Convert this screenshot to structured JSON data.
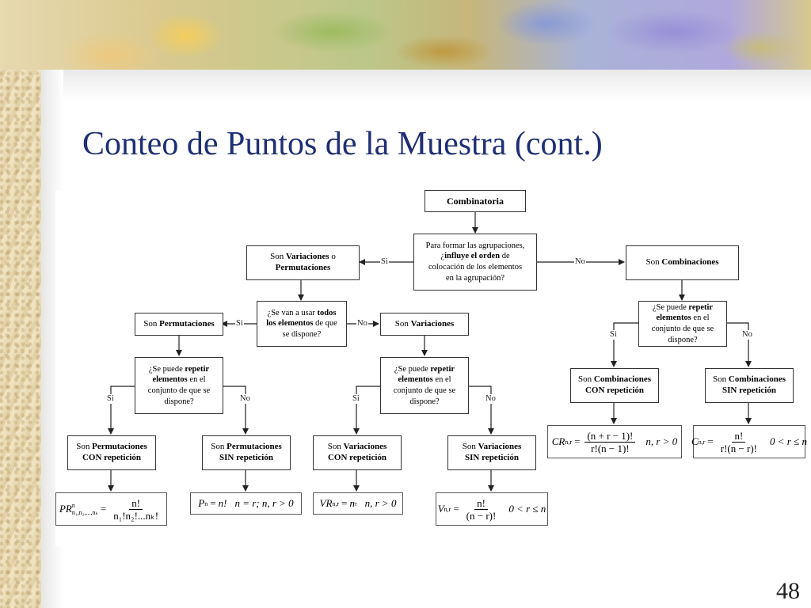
{
  "slide": {
    "title": "Conteo de Puntos de la Muestra (cont.)",
    "page_number": "48"
  },
  "diagram": {
    "root": "Combinatoria",
    "q_order": {
      "line1": "Para formar las agrupaciones,",
      "line2_pre": "¿",
      "line2_bold": "influye el orden",
      "line2_post": " de",
      "line3": "colocación de los elementos",
      "line4": "en la agrupación?"
    },
    "var_perm": {
      "pre": "Son ",
      "bold1": "Variaciones",
      "mid": " o",
      "bold2": "Permutaciones"
    },
    "combinaciones": {
      "pre": "Son ",
      "bold": "Combinaciones"
    },
    "q_todos": {
      "line1_pre": "¿Se van a usar ",
      "line1_bold": "todos",
      "line2_bold": "los elementos",
      "line2_post": " de que",
      "line3": "se dispone?"
    },
    "permutaciones": {
      "pre": "Son ",
      "bold": "Permutaciones"
    },
    "variaciones": {
      "pre": "Son ",
      "bold": "Variaciones"
    },
    "q_repetir": {
      "line1_pre": "¿Se puede ",
      "line1_bold": "repetir",
      "line2_bold": "elementos",
      "line2_post": " en el",
      "line3": "conjunto de que se",
      "line4": "dispone?"
    },
    "perm_con": {
      "pre": "Son ",
      "bold1": "Permutaciones",
      "bold2": "CON repetición"
    },
    "perm_sin": {
      "pre": "Son ",
      "bold1": "Permutaciones",
      "bold2": "SIN repetición"
    },
    "var_con": {
      "pre": "Son ",
      "bold1": "Variaciones",
      "bold2": "CON repetición"
    },
    "var_sin": {
      "pre": "Son ",
      "bold1": "Variaciones",
      "bold2": "SIN repetición"
    },
    "comb_con": {
      "pre": "Son ",
      "bold1": "Combinaciones",
      "bold2": "CON repetición"
    },
    "comb_sin": {
      "pre": "Son ",
      "bold1": "Combinaciones",
      "bold2": "SIN repetición"
    },
    "labels": {
      "si": "Si",
      "no": "No"
    },
    "formulas": {
      "pr": {
        "sym": "PR",
        "sup": "n",
        "sub": "n₁,n₂,...,nₖ",
        "num": "n!",
        "den": "n₁!n₂!...nₖ!"
      },
      "p": {
        "sym": "P",
        "sub": "n",
        "rhs": "n!",
        "cond": "n = r; n, r > 0"
      },
      "vr": {
        "sym": "VR",
        "sub": "n,r",
        "rhs_base": "n",
        "rhs_sup": "r",
        "cond": "n, r > 0"
      },
      "v": {
        "sym": "V",
        "sub": "n,r",
        "num": "n!",
        "den": "(n − r)!",
        "cond": "0 < r ≤ n"
      },
      "cr": {
        "sym": "CR",
        "sub": "n,r",
        "num": "(n + r − 1)!",
        "den": "r!(n − 1)!",
        "cond": "n, r > 0"
      },
      "c": {
        "sym": "C",
        "sub": "n,r",
        "num": "n!",
        "den": "r!(n − r)!",
        "cond": "0 < r ≤ n"
      }
    }
  }
}
